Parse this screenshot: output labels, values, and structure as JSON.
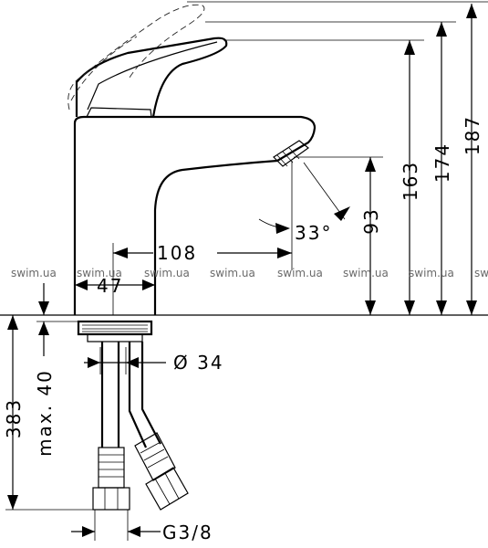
{
  "dimensions": {
    "d187": "187",
    "d174": "174",
    "d163": "163",
    "d93": "93",
    "d108": "108",
    "d47": "47",
    "angle": "33°",
    "dia": "Ø 34",
    "d383": "383",
    "max40": "max. 40",
    "thread": "G3/8"
  },
  "watermark": "swim.ua",
  "colors": {
    "line": "#000000",
    "watermark": "#6a6a6a",
    "background": "#ffffff"
  }
}
